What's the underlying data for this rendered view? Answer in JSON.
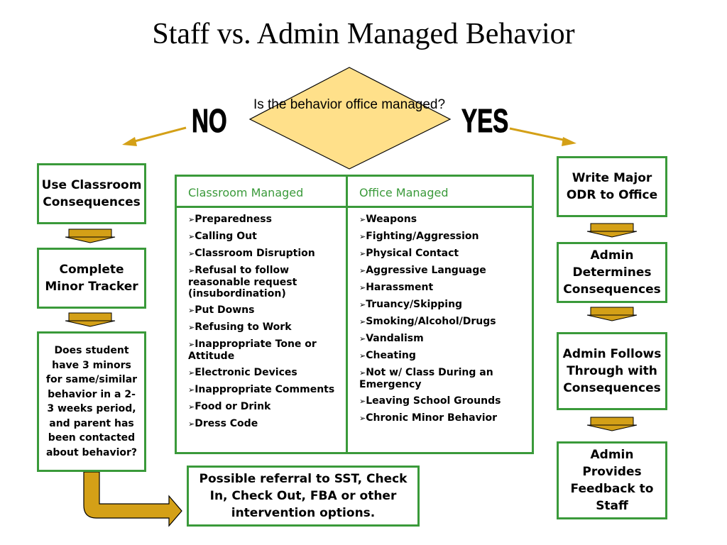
{
  "title": "Staff vs. Admin Managed Behavior",
  "decision": {
    "question": "Is the behavior office managed?"
  },
  "no_label": "NO",
  "yes_label": "YES",
  "left_flow": [
    "Use Classroom Consequences",
    "Complete Minor Tracker",
    "Does student have 3 minors for same/similar behavior in a 2-3 weeks period, and parent has been contacted about behavior?"
  ],
  "right_flow": [
    "Write Major ODR to Office",
    "Admin Determines Consequences",
    "Admin Follows Through with Consequences",
    "Admin Provides Feedback to Staff"
  ],
  "referral": "Possible referral to SST, Check In, Check Out, FBA or other intervention options.",
  "table": {
    "classroom": {
      "header": "Classroom Managed",
      "items": [
        "Preparedness",
        "Calling Out",
        "Classroom Disruption",
        "Refusal to follow reasonable request (insubordination)",
        "Put Downs",
        "Refusing to Work",
        "Inappropriate Tone or Attitude",
        "Electronic Devices",
        "Inappropriate Comments",
        "Food or Drink",
        "Dress Code"
      ]
    },
    "office": {
      "header": "Office Managed",
      "items": [
        "Weapons",
        "Fighting/Aggression",
        "Physical Contact",
        "Aggressive Language",
        "Harassment",
        "Truancy/Skipping",
        "Smoking/Alcohol/Drugs",
        "Vandalism",
        "Cheating",
        "Not w/ Class During an Emergency",
        "Leaving School Grounds",
        "Chronic Minor Behavior"
      ]
    }
  },
  "colors": {
    "box_border": "#3a9a3a",
    "diamond_fill": "#ffe08a",
    "arrow": "#d4a017"
  }
}
